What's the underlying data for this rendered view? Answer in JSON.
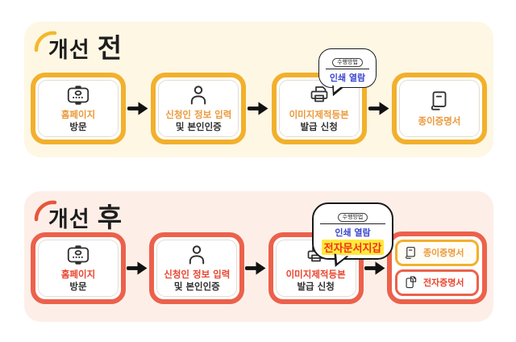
{
  "colors": {
    "panel_before_bg": "#fdf7e4",
    "panel_after_bg": "#fdefe8",
    "gold_border": "#f2b02c",
    "red_border": "#ec614b",
    "orange_text": "#ea9a3b",
    "red_text": "#e8452f",
    "dark_text": "#2f2f2f",
    "blue_text": "#3a46cf",
    "highlight_yellow": "#ffe93c",
    "wallet_text_red": "#f02f1d"
  },
  "before": {
    "title_prefix": "개선",
    "title_suffix": "전",
    "steps": [
      {
        "icon": "homepage-icon",
        "line1": "홈페이지",
        "line2": "방문"
      },
      {
        "icon": "person-icon",
        "line1": "신청인 정보 입력",
        "line2": "및 본인인증"
      },
      {
        "icon": "printer-icon",
        "line1": "이미지제적등본",
        "line2": "발급 신청"
      },
      {
        "icon": "paper-document-icon",
        "line1": "종이증명서",
        "line2": ""
      }
    ],
    "bubble": {
      "badge": "수행방법",
      "line1": "인쇄 열람"
    }
  },
  "after": {
    "title_prefix": "개선",
    "title_suffix": "후",
    "steps": [
      {
        "icon": "homepage-icon",
        "line1": "홈페이지",
        "line2": "방문"
      },
      {
        "icon": "person-icon",
        "line1": "신청인 정보 입력",
        "line2": "및 본인인증"
      },
      {
        "icon": "printer-icon",
        "line1": "이미지제적등본",
        "line2": "발급 신청"
      }
    ],
    "bubble": {
      "badge": "수행방법",
      "line1": "인쇄 열람",
      "line2": "전자문서지갑"
    },
    "outputs": [
      {
        "icon": "paper-document-icon",
        "label": "종이증명서",
        "style": "gold"
      },
      {
        "icon": "electronic-document-icon",
        "label": "전자증명서",
        "style": "red"
      }
    ]
  }
}
